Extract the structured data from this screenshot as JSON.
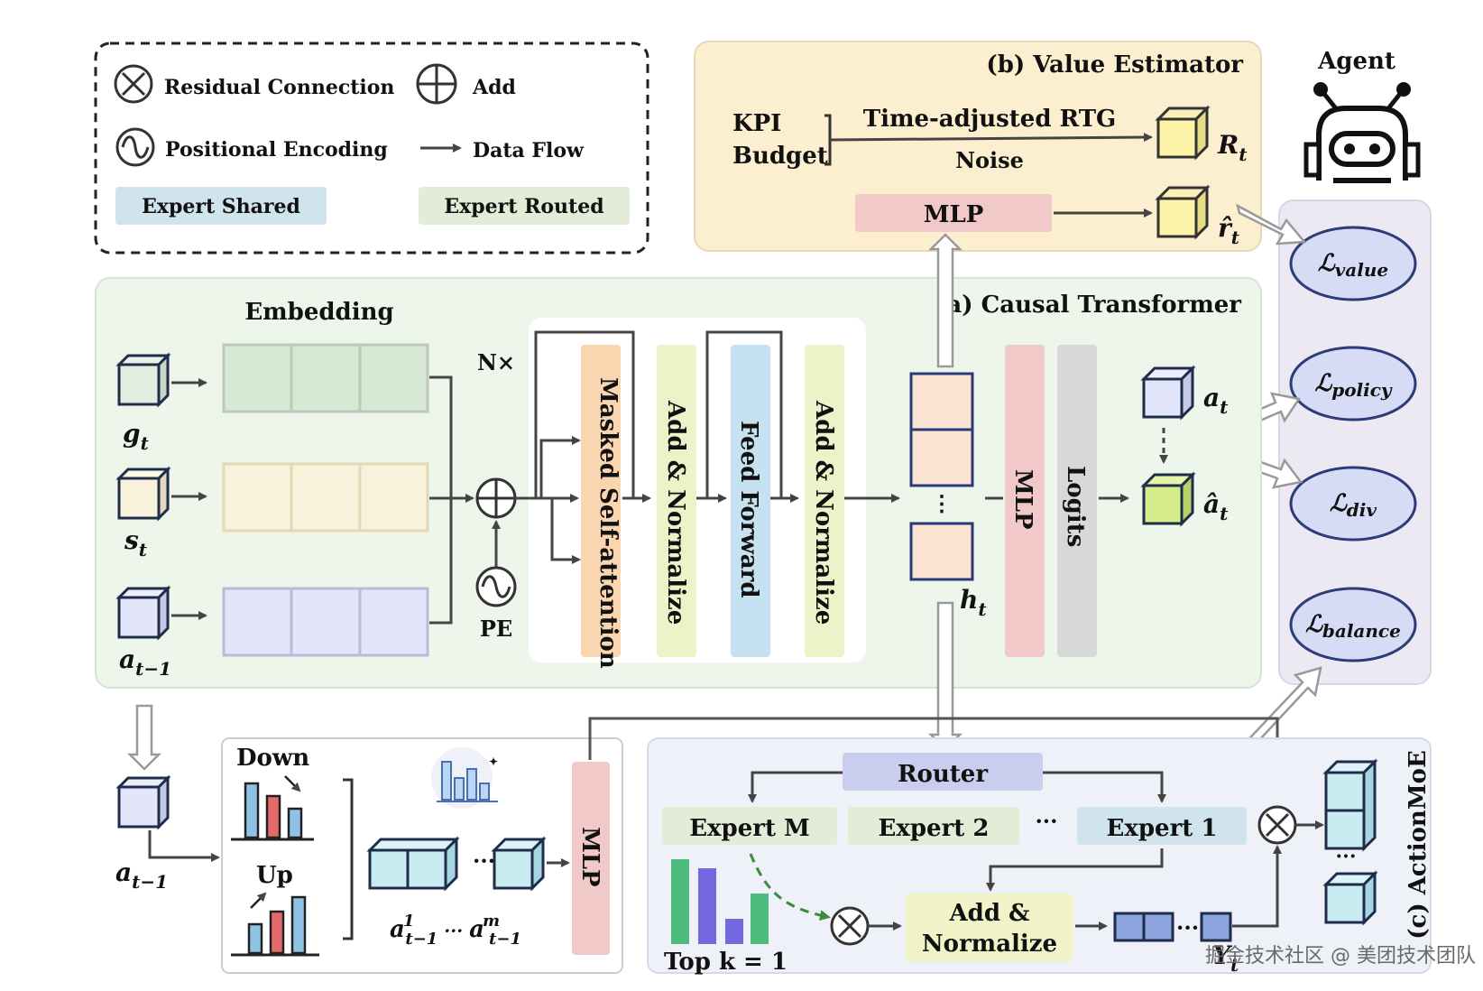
{
  "legend": {
    "residual_connection": "Residual Connection",
    "add": "Add",
    "positional_encoding": "Positional Encoding",
    "data_flow": "Data Flow",
    "expert_shared": "Expert Shared",
    "expert_routed": "Expert Routed"
  },
  "value_estimator": {
    "title": "(b) Value Estimator",
    "kpi": "KPI",
    "budget": "Budget",
    "time_adjusted": "Time-adjusted RTG",
    "noise": "Noise",
    "mlp": "MLP",
    "r_t": "R",
    "r_t_sub": "t",
    "r_hat": "r̂",
    "r_hat_sub": "t"
  },
  "agent": {
    "label": "Agent"
  },
  "losses": [
    {
      "main": "ℒ",
      "sub": "value"
    },
    {
      "main": "ℒ",
      "sub": "policy"
    },
    {
      "main": "ℒ",
      "sub": "div"
    },
    {
      "main": "ℒ",
      "sub": "balance"
    }
  ],
  "transformer": {
    "title": "(a) Causal  Transformer",
    "embedding": "Embedding",
    "g_t": "g",
    "s_t": "s",
    "a_prev": "a",
    "sub_t": "t",
    "sub_tm1": "t−1",
    "nx": "N×",
    "pe": "PE",
    "masked": "Masked Self-attention",
    "add_norm_1": "Add & Normalize",
    "feed_forward": "Feed Forward",
    "add_norm_2": "Add & Normalize",
    "mlp": "MLP",
    "logits": "Logits",
    "h_t": "h",
    "a_t": "a",
    "a_hat": "â",
    "dots": "⋮"
  },
  "lower_left": {
    "a_prev": "a",
    "a_prev_sub": "t−1",
    "down": "Down",
    "up": "Up",
    "dots": "···",
    "seq_label_a1": "a",
    "seq_sup_1": "1",
    "seq_sub": "t−1",
    "seq_mid": " ··· ",
    "seq_label_am": "a",
    "seq_sup_m": "m",
    "mlp": "MLP"
  },
  "action_moe": {
    "title": "(c) ActionMoE",
    "router": "Router",
    "expert_m": "Expert M",
    "expert_2": "Expert 2",
    "expert_dots": "···",
    "expert_1": "Expert 1",
    "add_norm_line1": "Add &",
    "add_norm_line2": "Normalize",
    "top_k": "Top k = 1",
    "y_t": "Y",
    "y_t_sub": "t",
    "dots": "···",
    "vdots": "···"
  },
  "watermark": "掘金技术社区 @ 美团技术团队",
  "colors": {
    "legend_border": "#222222",
    "value_panel": "#fcefcf",
    "transformer_panel": "#eef5ea",
    "moe_panel": "#eef1f8",
    "loss_panel": "#ece9f3",
    "loss_ellipse": "#d6dcf5",
    "expert_shared": "#cfe4ec",
    "expert_routed": "#e2ecd6",
    "masked_bar": "#f9d5b0",
    "addnorm_bar": "#eef2c8",
    "ff_bar": "#c6e2f0",
    "mlp_bar": "#f2c9c9",
    "logits_bar": "#d8d8d8",
    "router": "#c9cdee",
    "addnorm_box": "#f0f4c8",
    "embed_g": "#dfeede",
    "embed_s": "#f8f1dc",
    "embed_a": "#e3e6fa"
  }
}
